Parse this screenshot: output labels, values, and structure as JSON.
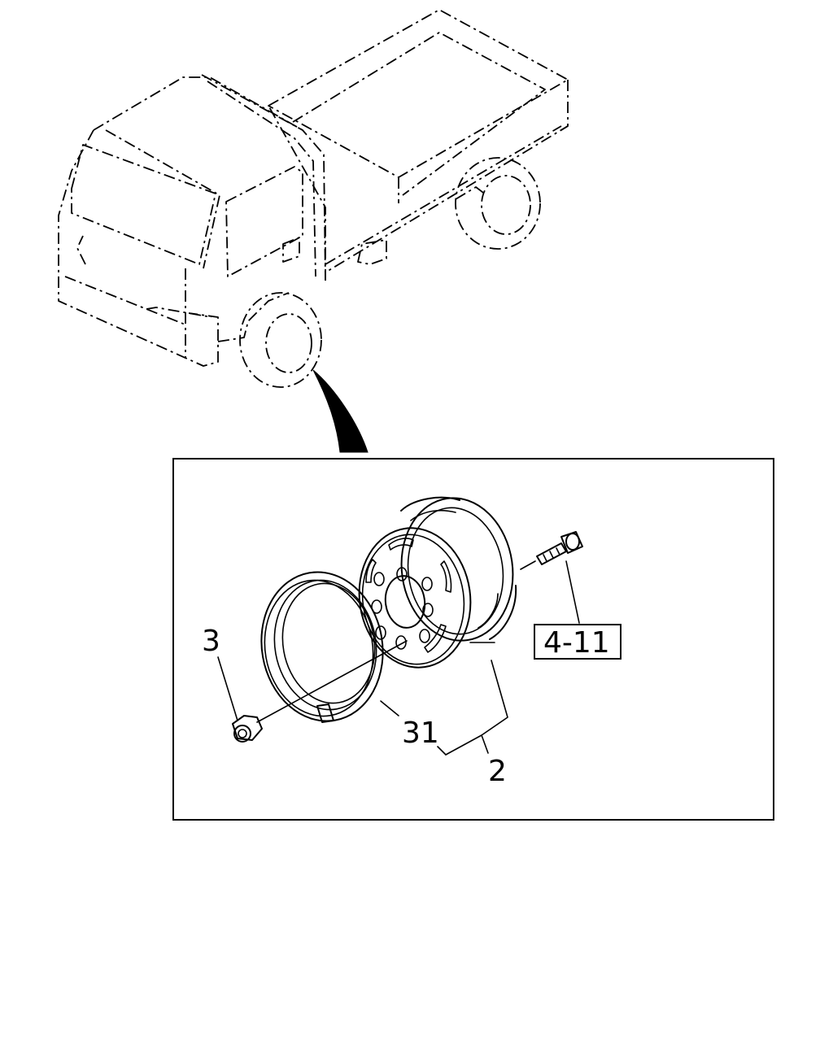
{
  "callouts": {
    "nut": "3",
    "rim_band": "31",
    "wheel": "2",
    "stud_ref": "4-11"
  }
}
